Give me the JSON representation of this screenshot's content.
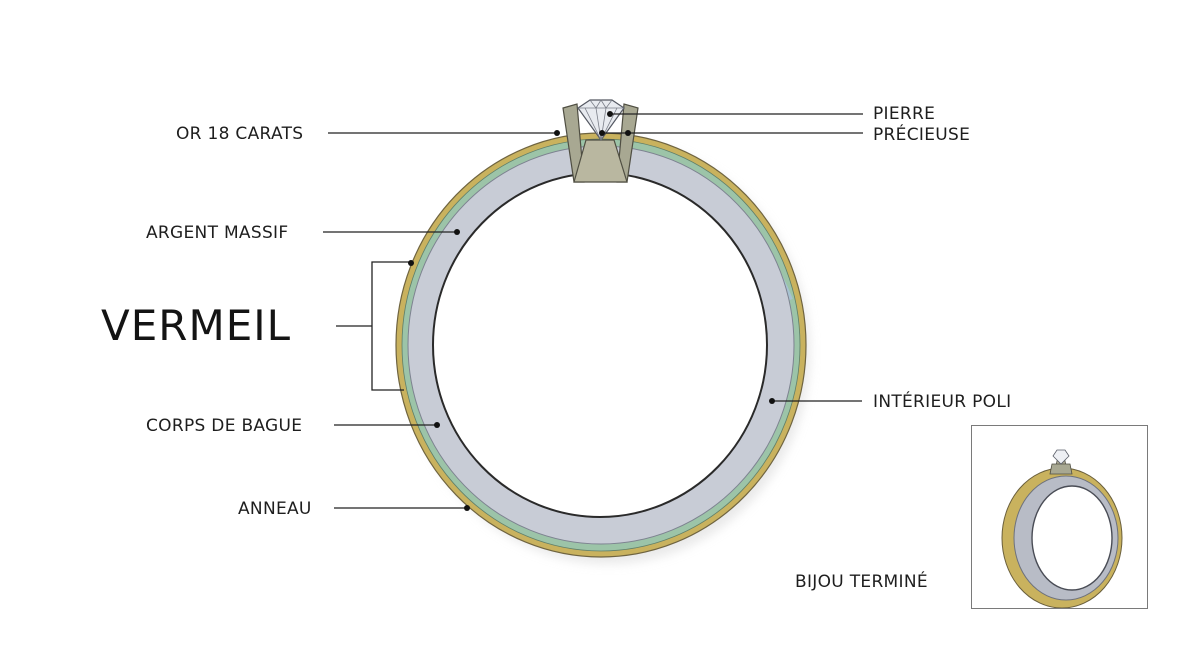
{
  "labels": {
    "gold": "OR 18 CARATS",
    "silver": "ARGENT MASSIF",
    "vermeil": "VERMEIL",
    "body": "CORPS DE BAGUE",
    "ring": "ANNEAU",
    "stone_line1": "PIERRE",
    "stone_line2": "PRÉCIEUSE",
    "interior": "INTÉRIEUR POLI",
    "finished": "BIJOU TERMINÉ"
  },
  "colors": {
    "gold": "#c9b25e",
    "silver_band": "#c8ccd6",
    "green_layer": "#9cc4a8",
    "blue_layer": "#a7c2d2",
    "prong": "#a8a892",
    "stone": "#e8ebf0",
    "leader_line": "#222222"
  }
}
